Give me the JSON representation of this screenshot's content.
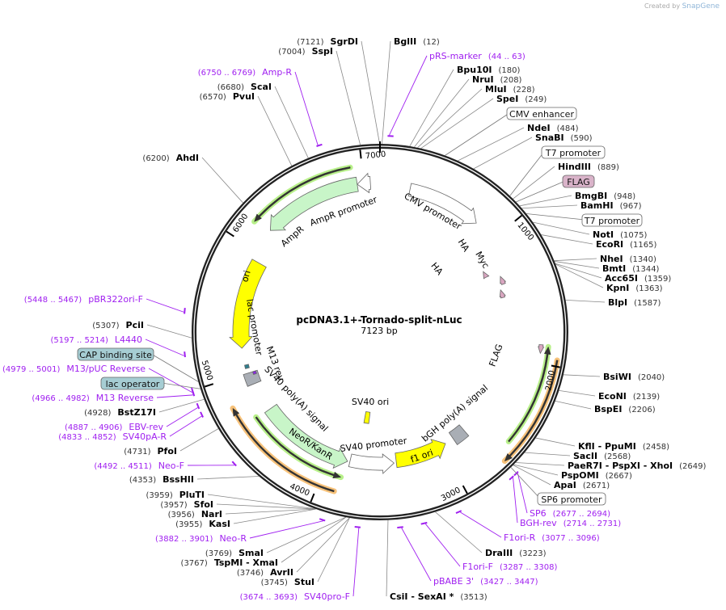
{
  "header": {
    "created_by": "Created by",
    "brand": "SnapGene"
  },
  "plasmid": {
    "name": "pcDNA3.1+-Tornado-split-nLuc",
    "length_label": "7123 bp",
    "total_bp": 7123
  },
  "ticks": [
    {
      "bp": 1000,
      "label": "1000"
    },
    {
      "bp": 2000,
      "label": "2000"
    },
    {
      "bp": 3000,
      "label": "3000"
    },
    {
      "bp": 4000,
      "label": "4000"
    },
    {
      "bp": 5000,
      "label": "5000"
    },
    {
      "bp": 6000,
      "label": "6000"
    },
    {
      "bp": 7000,
      "label": "7000"
    }
  ],
  "enzymes": [
    {
      "name": "SgrDI",
      "pos": "(7121)",
      "bp": 7121
    },
    {
      "name": "SspI",
      "pos": "(7004)",
      "bp": 7004
    },
    {
      "name": "BglII",
      "pos": "(12)",
      "bp": 12
    },
    {
      "name": "Bpu10I",
      "pos": "(180)",
      "bp": 180
    },
    {
      "name": "NruI",
      "pos": "(208)",
      "bp": 208
    },
    {
      "name": "MluI",
      "pos": "(228)",
      "bp": 228
    },
    {
      "name": "SpeI",
      "pos": "(249)",
      "bp": 249
    },
    {
      "name": "NdeI",
      "pos": "(484)",
      "bp": 484
    },
    {
      "name": "SnaBI",
      "pos": "(590)",
      "bp": 590
    },
    {
      "name": "HindIII",
      "pos": "(889)",
      "bp": 889
    },
    {
      "name": "BmgBI",
      "pos": "(948)",
      "bp": 948
    },
    {
      "name": "BamHI",
      "pos": "(967)",
      "bp": 967
    },
    {
      "name": "NotI",
      "pos": "(1075)",
      "bp": 1075
    },
    {
      "name": "EcoRI",
      "pos": "(1165)",
      "bp": 1165
    },
    {
      "name": "NheI",
      "pos": "(1340)",
      "bp": 1340
    },
    {
      "name": "BmtI",
      "pos": "(1344)",
      "bp": 1344
    },
    {
      "name": "Acc65I",
      "pos": "(1359)",
      "bp": 1359
    },
    {
      "name": "KpnI",
      "pos": "(1363)",
      "bp": 1363
    },
    {
      "name": "BlpI",
      "pos": "(1587)",
      "bp": 1587
    },
    {
      "name": "BsiWI",
      "pos": "(2040)",
      "bp": 2040
    },
    {
      "name": "EcoNI",
      "pos": "(2139)",
      "bp": 2139
    },
    {
      "name": "BspEI",
      "pos": "(2206)",
      "bp": 2206
    },
    {
      "name": "KflI  - PpuMI",
      "pos": "(2458)",
      "bp": 2458
    },
    {
      "name": "SacII",
      "pos": "(2568)",
      "bp": 2568
    },
    {
      "name": "PaeR7I  - PspXI  - XhoI",
      "pos": "(2649)",
      "bp": 2649
    },
    {
      "name": "PspOMI",
      "pos": "(2667)",
      "bp": 2667
    },
    {
      "name": "ApaI",
      "pos": "(2671)",
      "bp": 2671
    },
    {
      "name": "DraIII",
      "pos": "(3223)",
      "bp": 3223
    },
    {
      "name": "CsiI  - SexAI *",
      "pos": "(3513)",
      "bp": 3513
    },
    {
      "name": "AhdI",
      "pos": "(6200)",
      "bp": 6200
    },
    {
      "name": "ScaI",
      "pos": "(6680)",
      "bp": 6680
    },
    {
      "name": "PvuI",
      "pos": "(6570)",
      "bp": 6570
    },
    {
      "name": "PciI",
      "pos": "(5307)",
      "bp": 5307
    },
    {
      "name": "BstZ17I",
      "pos": "(4928)",
      "bp": 4928
    },
    {
      "name": "PfoI",
      "pos": "(4731)",
      "bp": 4731
    },
    {
      "name": "BssHII",
      "pos": "(4353)",
      "bp": 4353
    },
    {
      "name": "PluTI",
      "pos": "(3959)",
      "bp": 3959
    },
    {
      "name": "SfoI",
      "pos": "(3957)",
      "bp": 3957
    },
    {
      "name": "NarI",
      "pos": "(3956)",
      "bp": 3956
    },
    {
      "name": "KasI",
      "pos": "(3955)",
      "bp": 3955
    },
    {
      "name": "SmaI",
      "pos": "(3769)",
      "bp": 3769
    },
    {
      "name": "TspMI  - XmaI",
      "pos": "(3767)",
      "bp": 3767
    },
    {
      "name": "AvrII",
      "pos": "(3746)",
      "bp": 3746
    },
    {
      "name": "StuI",
      "pos": "(3745)",
      "bp": 3745
    }
  ],
  "primers": [
    {
      "name": "pRS-marker",
      "range": "(44 .. 63)",
      "start": 44,
      "end": 63
    },
    {
      "name": "Amp-R",
      "range": "(6750 .. 6769)",
      "start": 6750,
      "end": 6769
    },
    {
      "name": "pBR322ori-F",
      "range": "(5448 .. 5467)",
      "start": 5448,
      "end": 5467
    },
    {
      "name": "L4440",
      "range": "(5197 .. 5214)",
      "start": 5197,
      "end": 5214
    },
    {
      "name": "M13/pUC Reverse",
      "range": "(4979 .. 5001)",
      "start": 4979,
      "end": 5001
    },
    {
      "name": "M13 Reverse",
      "range": "(4966 .. 4982)",
      "start": 4966,
      "end": 4982
    },
    {
      "name": "EBV-rev",
      "range": "(4887 .. 4906)",
      "start": 4887,
      "end": 4906
    },
    {
      "name": "SV40pA-R",
      "range": "(4833 .. 4852)",
      "start": 4833,
      "end": 4852
    },
    {
      "name": "Neo-F",
      "range": "(4492 .. 4511)",
      "start": 4492,
      "end": 4511
    },
    {
      "name": "Neo-R",
      "range": "(3882 .. 3901)",
      "start": 3882,
      "end": 3901
    },
    {
      "name": "SV40pro-F",
      "range": "(3674 .. 3693)",
      "start": 3674,
      "end": 3693
    },
    {
      "name": "pBABE 3'",
      "range": "(3427 .. 3447)",
      "start": 3427,
      "end": 3447
    },
    {
      "name": "F1ori-F",
      "range": "(3287 .. 3308)",
      "start": 3287,
      "end": 3308
    },
    {
      "name": "F1ori-R",
      "range": "(3077 .. 3096)",
      "start": 3077,
      "end": 3096
    },
    {
      "name": "BGH-rev",
      "range": "(2714 .. 2731)",
      "start": 2714,
      "end": 2731
    },
    {
      "name": "SP6",
      "range": "(2677 .. 2694)",
      "start": 2677,
      "end": 2694
    }
  ],
  "feature_labels": [
    {
      "name": "CMV enhancer",
      "fill": "#ffffff",
      "bp": 400
    },
    {
      "name": "T7 promoter",
      "fill": "#ffffff",
      "bp": 863
    },
    {
      "name": "FLAG",
      "fill": "#d9b3c9",
      "bp": 915
    },
    {
      "name": "T7 promoter",
      "fill": "#ffffff",
      "bp": 1010
    },
    {
      "name": "SP6 promoter",
      "fill": "#ffffff",
      "bp": 2690
    },
    {
      "name": "CAP binding site",
      "fill": "#a6cdd3",
      "bp": 5040
    },
    {
      "name": "lac operator",
      "fill": "#a6cdd3",
      "bp": 4995
    }
  ],
  "features": [
    {
      "name": "CMV promoter",
      "start": 235,
      "end": 820,
      "direction": "forward",
      "fill": "#ffffff"
    },
    {
      "name": "AmpR promoter",
      "start": 6950,
      "end": 7050,
      "direction": "reverse",
      "fill": "#ffffff"
    },
    {
      "name": "AmpR",
      "start": 6190,
      "end": 6950,
      "direction": "reverse",
      "fill": "#c8f5c8"
    },
    {
      "name": "ori",
      "start": 5210,
      "end": 5930,
      "direction": "reverse",
      "fill": "#ffff00"
    },
    {
      "name": "NeoR/KanR",
      "start": 3840,
      "end": 4650,
      "direction": "reverse",
      "fill": "#c8f5c8"
    },
    {
      "name": "SV40 promoter",
      "start": 3440,
      "end": 3820,
      "direction": "reverse",
      "fill": "#ffffff"
    },
    {
      "name": "f1 ori",
      "start": 2960,
      "end": 3420,
      "direction": "reverse",
      "fill": "#ffff00"
    },
    {
      "name": "bGH poly(A) signal",
      "start": 2760,
      "end": 2880,
      "direction": "none",
      "fill": "#a9aeb5"
    },
    {
      "name": "SV40 poly(A) signal",
      "start": 4900,
      "end": 5000,
      "direction": "none",
      "fill": "#a9aeb5"
    },
    {
      "name": "SV40 ori",
      "start": 3700,
      "end": 3760,
      "direction": "none",
      "fill": "#ffff00"
    },
    {
      "name": "lac promoter",
      "start": 5040,
      "end": 5070,
      "direction": "none",
      "fill": "#2f7f8f"
    },
    {
      "name": "M13 rev",
      "start": 4975,
      "end": 5000,
      "direction": "none",
      "fill": "#8a2be2"
    },
    {
      "name": "HA",
      "start": 1180,
      "end": 1240,
      "direction": "reverse",
      "fill": "#d9a6c0"
    },
    {
      "name": "HA",
      "start": 1290,
      "end": 1360,
      "direction": "reverse",
      "fill": "#d9a6c0"
    },
    {
      "name": "Myc",
      "start": 1400,
      "end": 1470,
      "direction": "reverse",
      "fill": "#d9a6c0"
    },
    {
      "name": "FLAG",
      "start": 1870,
      "end": 1930,
      "direction": "forward",
      "fill": "#d9a6c0"
    }
  ],
  "orf_tracks": [
    {
      "start": 6160,
      "end": 6920,
      "direction": "reverse",
      "color": "#b8f08a"
    },
    {
      "start": 3860,
      "end": 4660,
      "direction": "reverse",
      "color": "#b8f08a"
    },
    {
      "start": 3880,
      "end": 4800,
      "direction": "forward",
      "color": "#f7c27a"
    },
    {
      "start": 1880,
      "end": 2580,
      "direction": "reverse",
      "color": "#b8f08a"
    },
    {
      "start": 1960,
      "end": 2690,
      "direction": "forward",
      "color": "#f7c27a"
    }
  ],
  "colors": {
    "backbone": "#222222",
    "primer": "#a020f0",
    "enzyme_line": "#888888"
  }
}
